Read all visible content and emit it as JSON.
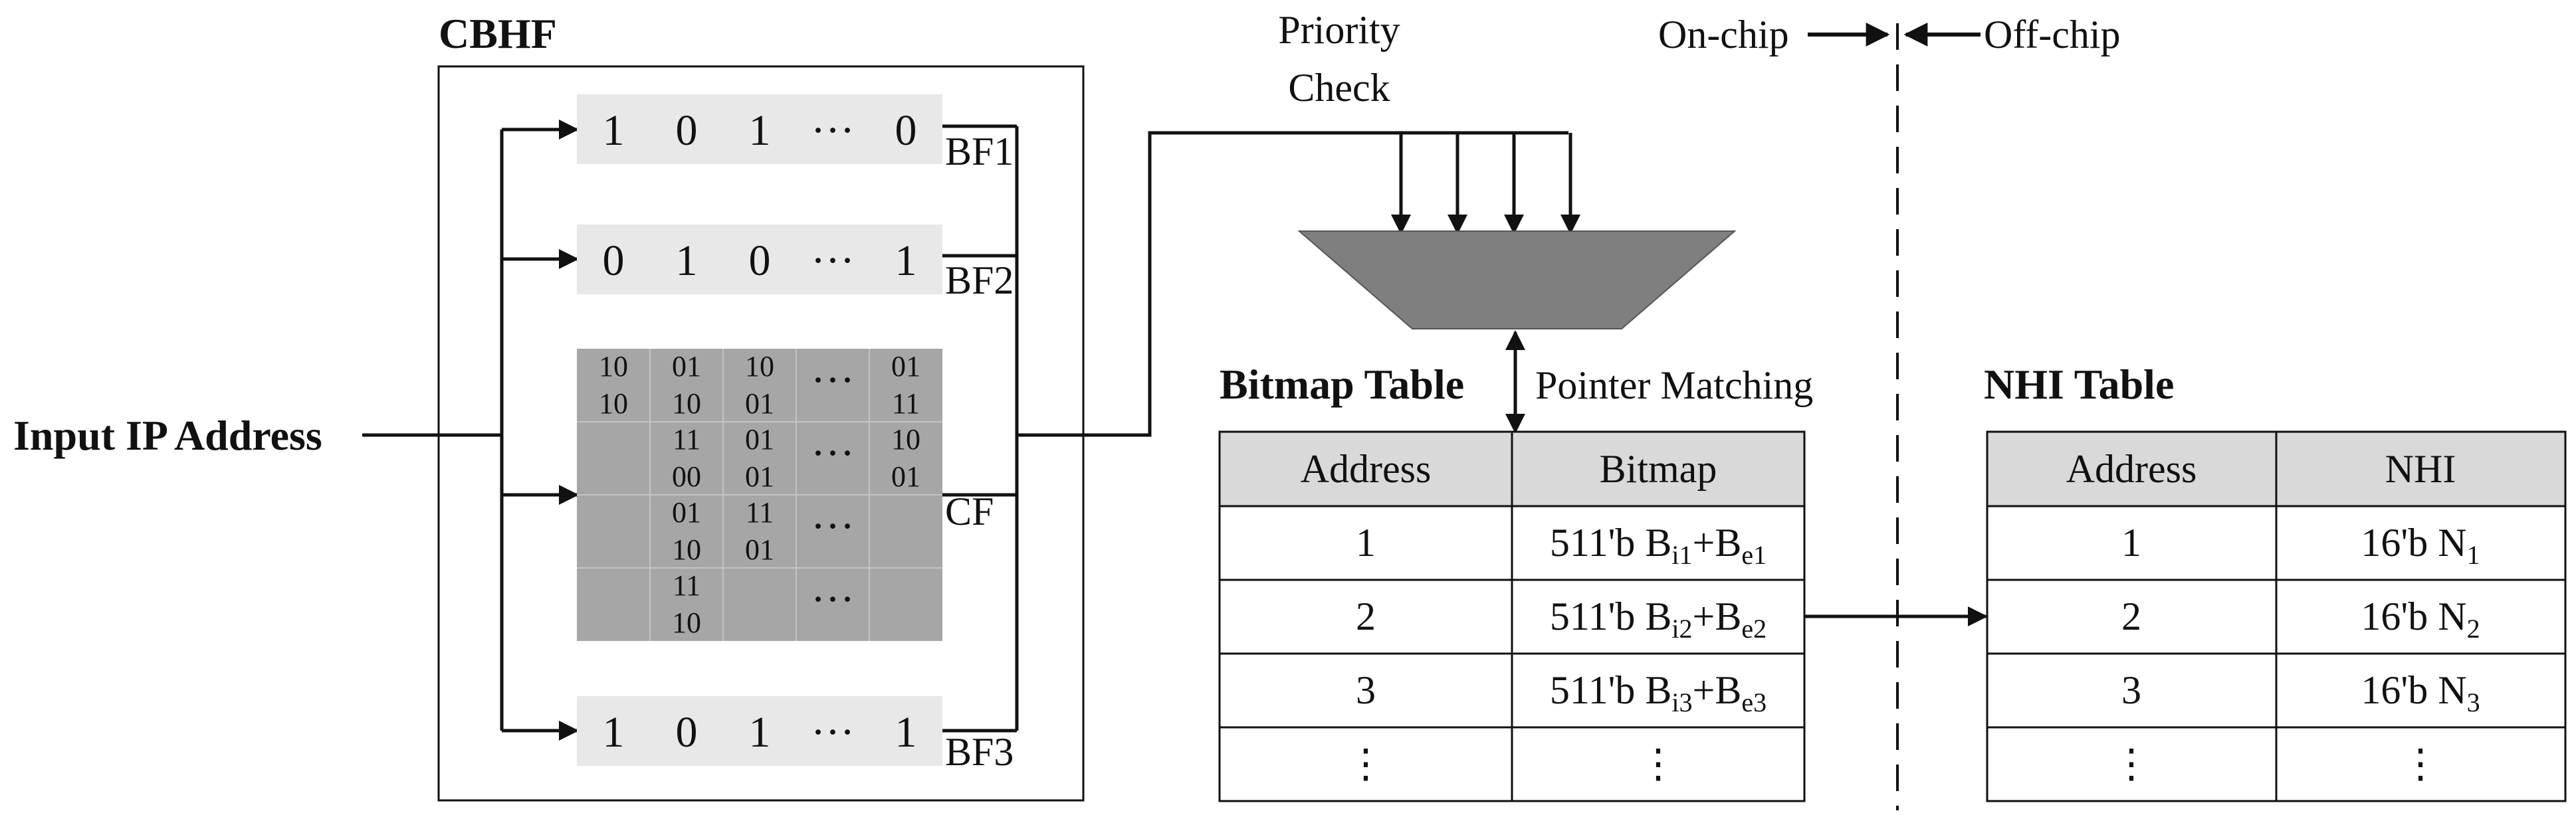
{
  "cbhf": {
    "title": "CBHF",
    "bf1": {
      "bits": [
        "1",
        "0",
        "1",
        "···",
        "0"
      ],
      "label": "BF1"
    },
    "bf2": {
      "bits": [
        "0",
        "1",
        "0",
        "···",
        "1"
      ],
      "label": "BF2"
    },
    "bf3": {
      "bits": [
        "1",
        "0",
        "1",
        "···",
        "1"
      ],
      "label": "BF3"
    },
    "cf": {
      "label": "CF",
      "cells": [
        [
          "10",
          "10",
          "01",
          "10",
          "10",
          "01",
          "···",
          "01",
          "11"
        ],
        [
          "",
          "11",
          "00",
          "01",
          "01",
          "···",
          "10",
          "01"
        ],
        [
          "",
          "01",
          "10",
          "11",
          "01",
          "···",
          ""
        ],
        [
          "",
          "11",
          "10",
          "",
          "···",
          ""
        ]
      ]
    }
  },
  "input_label": "Input IP Address",
  "priority": {
    "line1": "Priority",
    "line2": "Check"
  },
  "pointer_label": "Pointer Matching",
  "chip": {
    "on": "On-chip",
    "off": "Off-chip"
  },
  "bitmap_table": {
    "title": "Bitmap Table",
    "headers": [
      "Address",
      "Bitmap"
    ],
    "rows": [
      {
        "address": "1",
        "prefix": "511'b B",
        "s1": "i1",
        "plus": "+B",
        "s2": "e1"
      },
      {
        "address": "2",
        "prefix": "511'b B",
        "s1": "i2",
        "plus": "+B",
        "s2": "e2"
      },
      {
        "address": "3",
        "prefix": "511'b B",
        "s1": "i3",
        "plus": "+B",
        "s2": "e3"
      }
    ],
    "ellipsis": "⋮"
  },
  "nhi_table": {
    "title": "NHI Table",
    "headers": [
      "Address",
      "NHI"
    ],
    "rows": [
      {
        "address": "1",
        "prefix": "16'b N",
        "sub": "1"
      },
      {
        "address": "2",
        "prefix": "16'b N",
        "sub": "2"
      },
      {
        "address": "3",
        "prefix": "16'b N",
        "sub": "3"
      }
    ],
    "ellipsis": "⋮"
  },
  "colors": {
    "line": "#111111",
    "bf_fill": "#e8e8e8",
    "cf_fill": "#a6a6a6",
    "header_fill": "#d9d9d9",
    "encoder_fill": "#7f7f7f"
  }
}
